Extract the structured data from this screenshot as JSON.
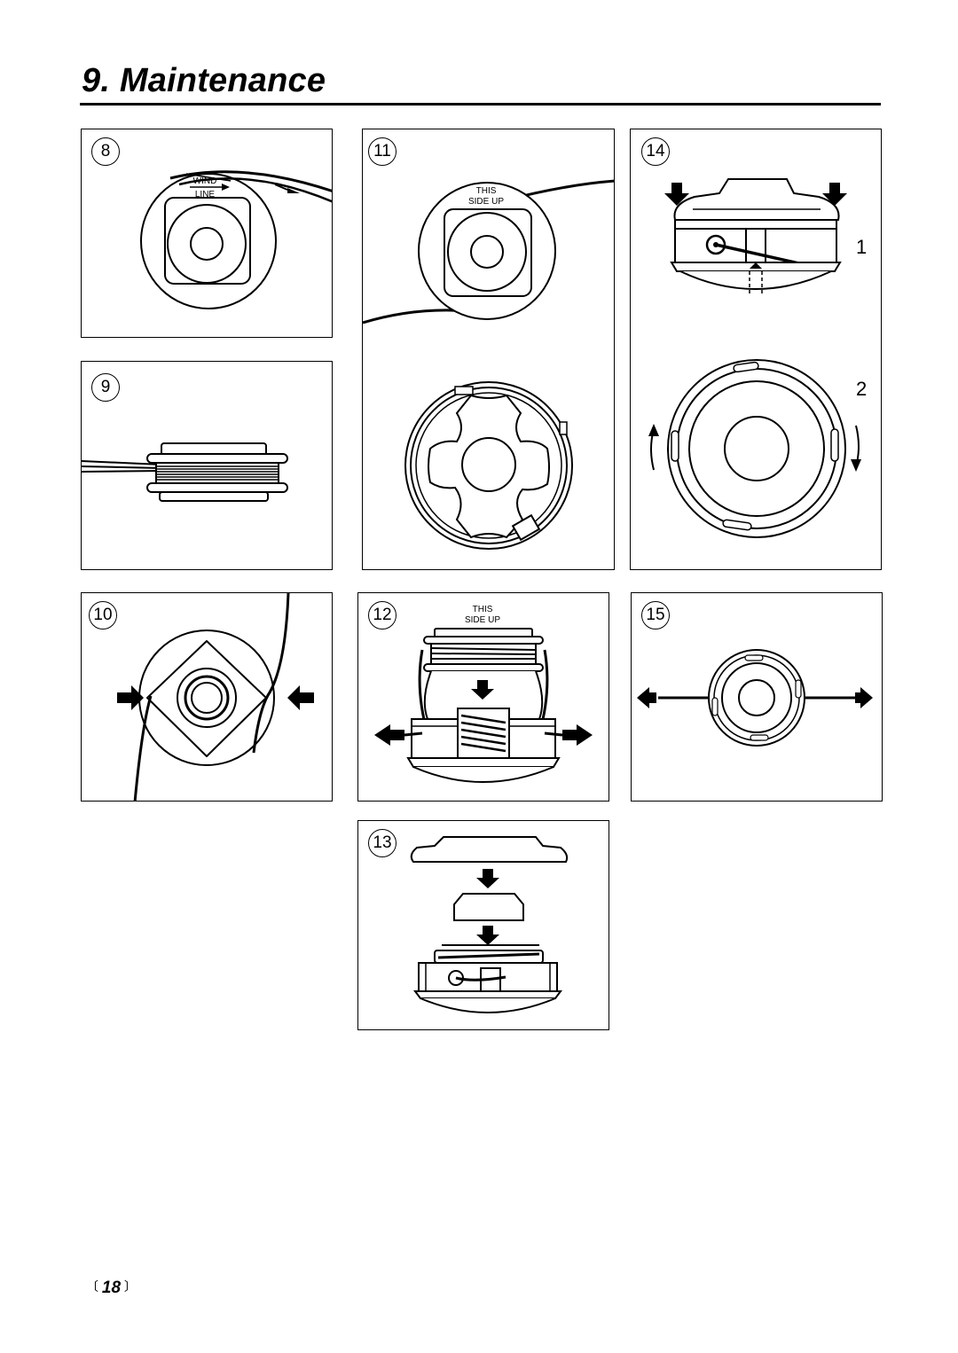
{
  "header": {
    "title": "9. Maintenance"
  },
  "figures": {
    "f8": {
      "number": "8",
      "label_wind": "WIND",
      "label_line": "LINE"
    },
    "f9": {
      "number": "9"
    },
    "f10": {
      "number": "10"
    },
    "f11": {
      "number": "11",
      "label_this": "THIS",
      "label_side_up": "SIDE UP"
    },
    "f12": {
      "number": "12",
      "label_this": "THIS",
      "label_side_up": "SIDE UP"
    },
    "f13": {
      "number": "13"
    },
    "f14": {
      "number": "14",
      "step1": "1",
      "step2": "2"
    },
    "f15": {
      "number": "15"
    }
  },
  "footer": {
    "page_number": "18"
  }
}
